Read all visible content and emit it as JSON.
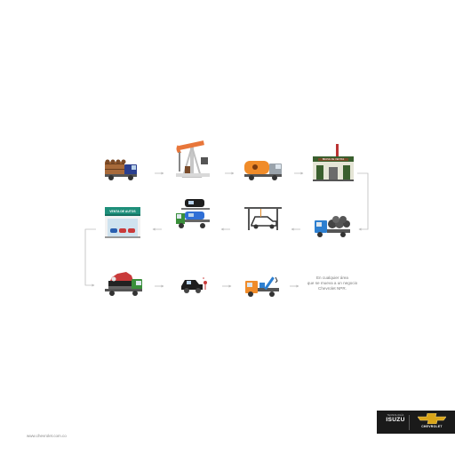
{
  "steps": [
    {
      "id": "cattle-truck",
      "icon": "cattle-truck-icon"
    },
    {
      "id": "oil-pump",
      "icon": "oil-pumpjack-icon"
    },
    {
      "id": "fuel-tanker",
      "icon": "fuel-tanker-truck-icon"
    },
    {
      "id": "factory",
      "icon": "factory-icon",
      "sign": "BRASIL DE VENTAS"
    },
    {
      "id": "steel-truck",
      "icon": "flatbed-steel-truck-icon"
    },
    {
      "id": "assembly",
      "icon": "car-frame-assembly-icon"
    },
    {
      "id": "car-carrier",
      "icon": "car-carrier-truck-icon"
    },
    {
      "id": "dealership",
      "icon": "dealership-icon",
      "sign": "VENTA DE AUTOS"
    },
    {
      "id": "wrecked-car-truck",
      "icon": "wrecked-car-truck-icon"
    },
    {
      "id": "car-stop",
      "icon": "car-with-pin-icon"
    },
    {
      "id": "tow-truck",
      "icon": "tow-truck-icon"
    }
  ],
  "end_text": [
    "En cualquier área",
    "que se mueva a un negocio",
    "Chevrolet NPR."
  ],
  "footer": {
    "url": "www.chevrolet.com.co"
  },
  "brand": {
    "isuzu_small": "TECNOLOGÍA",
    "isuzu": "ISUZU",
    "chevrolet": "CHEVROLET"
  },
  "colors": {
    "bar": "#1a1a1a",
    "bowtie": "#d9a418",
    "arrow": "#bdbdbd"
  }
}
